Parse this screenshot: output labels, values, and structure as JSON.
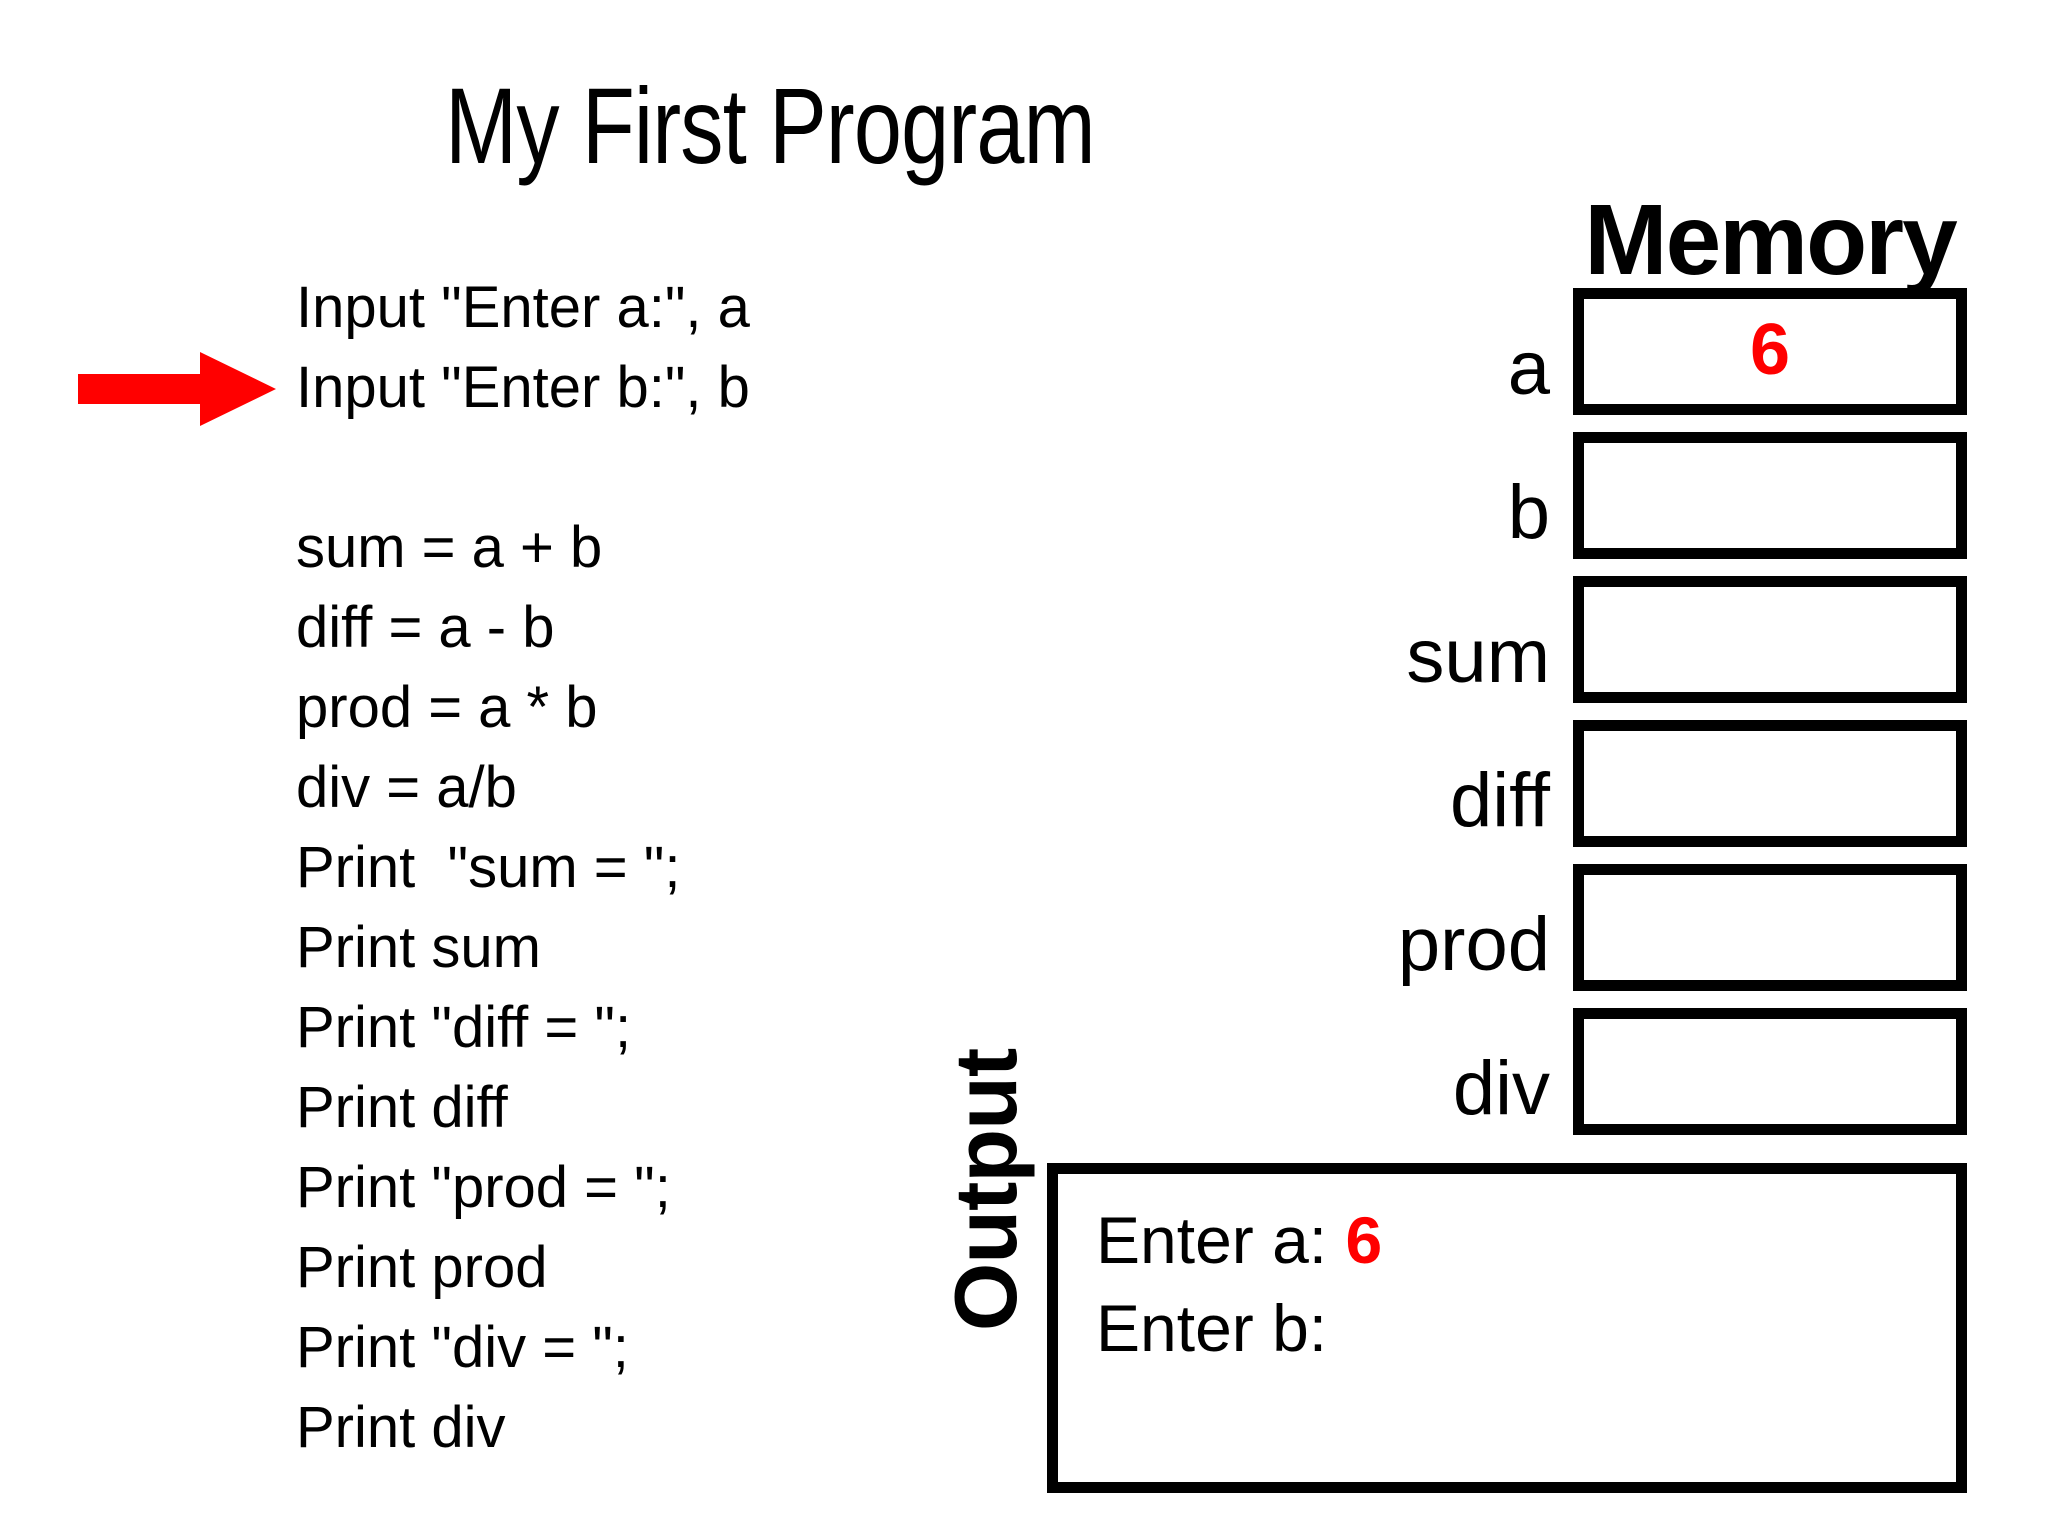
{
  "title": "My First Program",
  "code": {
    "lines": [
      "Input \"Enter a:\", a",
      "Input \"Enter b:\", b",
      "",
      "sum = a + b",
      "diff = a - b",
      "prod = a * b",
      "div = a/b",
      "Print  \"sum = \";",
      "Print sum",
      "Print \"diff = \";",
      "Print diff",
      "Print \"prod = \";",
      "Print prod",
      "Print \"div = \";",
      "Print div"
    ],
    "current_line_index": 1,
    "pointer_color": "#ff0000"
  },
  "memory": {
    "heading": "Memory",
    "value_color": "#ff0000",
    "cells": [
      {
        "label": "a",
        "value": "6"
      },
      {
        "label": "b",
        "value": ""
      },
      {
        "label": "sum",
        "value": ""
      },
      {
        "label": "diff",
        "value": ""
      },
      {
        "label": "prod",
        "value": ""
      },
      {
        "label": "div",
        "value": ""
      }
    ]
  },
  "output": {
    "label": "Output",
    "lines": [
      {
        "text": "Enter a: ",
        "value": "6"
      },
      {
        "text": "Enter b:",
        "value": ""
      }
    ]
  }
}
